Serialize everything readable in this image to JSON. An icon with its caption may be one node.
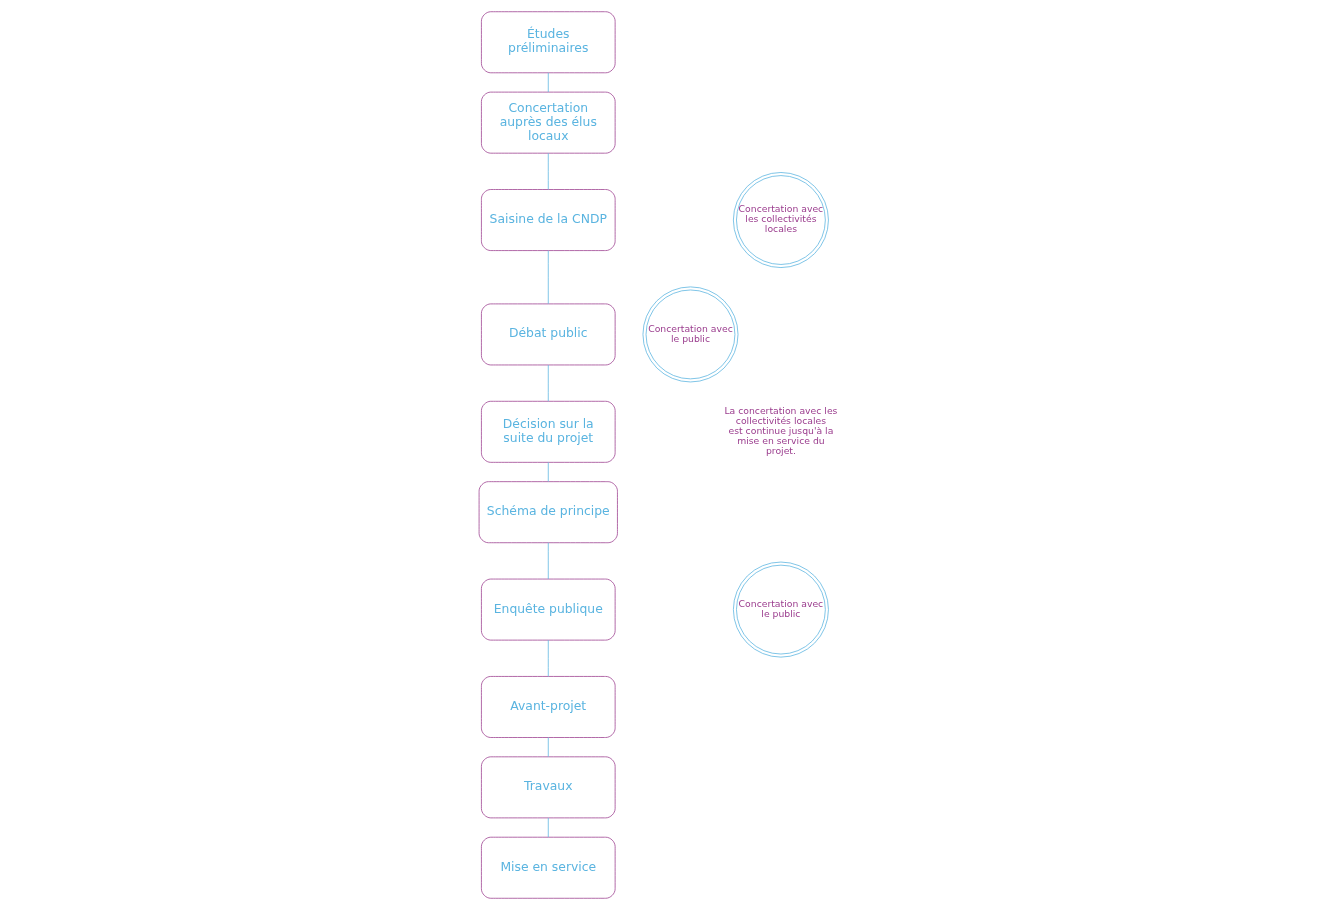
{
  "diagram": {
    "nodes": [
      {
        "text": [
          "Études préliminaires"
        ]
      },
      {
        "text": [
          "Concertation auprès des élus locaux"
        ]
      },
      {
        "text": [
          "Saisine de la CNDP"
        ]
      },
      {
        "text": [
          "Débat public"
        ]
      },
      {
        "text": [
          "Décision sur la suite du projet"
        ]
      },
      {
        "text": [
          "Schéma de principe"
        ]
      },
      {
        "text": [
          "Enquête publique"
        ]
      },
      {
        "text": [
          "Avant-projet"
        ]
      },
      {
        "text": [
          "Travaux"
        ]
      },
      {
        "text": [
          "Mise en service"
        ]
      },
      {
        "text": [
          "Concertation avec les collectivités locales"
        ]
      },
      {
        "text": [
          "Concertation avec le public"
        ]
      },
      {
        "text": [
          "Concertation avec le public"
        ]
      }
    ],
    "edges": [
      {
        "from": 0,
        "to": 1,
        "arrow": "none"
      },
      {
        "from": 1,
        "to": 2,
        "arrow": "none"
      },
      {
        "from": 2,
        "to": 3,
        "arrow": "none"
      },
      {
        "from": 3,
        "to": 4,
        "arrow": "none"
      },
      {
        "from": 4,
        "to": 5,
        "arrow": "none"
      },
      {
        "from": 5,
        "to": 6,
        "arrow": "none"
      },
      {
        "from": 6,
        "to": 7,
        "arrow": "none"
      },
      {
        "from": 7,
        "to": 8,
        "arrow": "none"
      },
      {
        "from": 8,
        "to": 9,
        "arrow": "none"
      }
    ],
    "labels": [
      "La concertation avec les collectivités locales est continue jusqu'à la mise en service du projet."
    ]
  }
}
